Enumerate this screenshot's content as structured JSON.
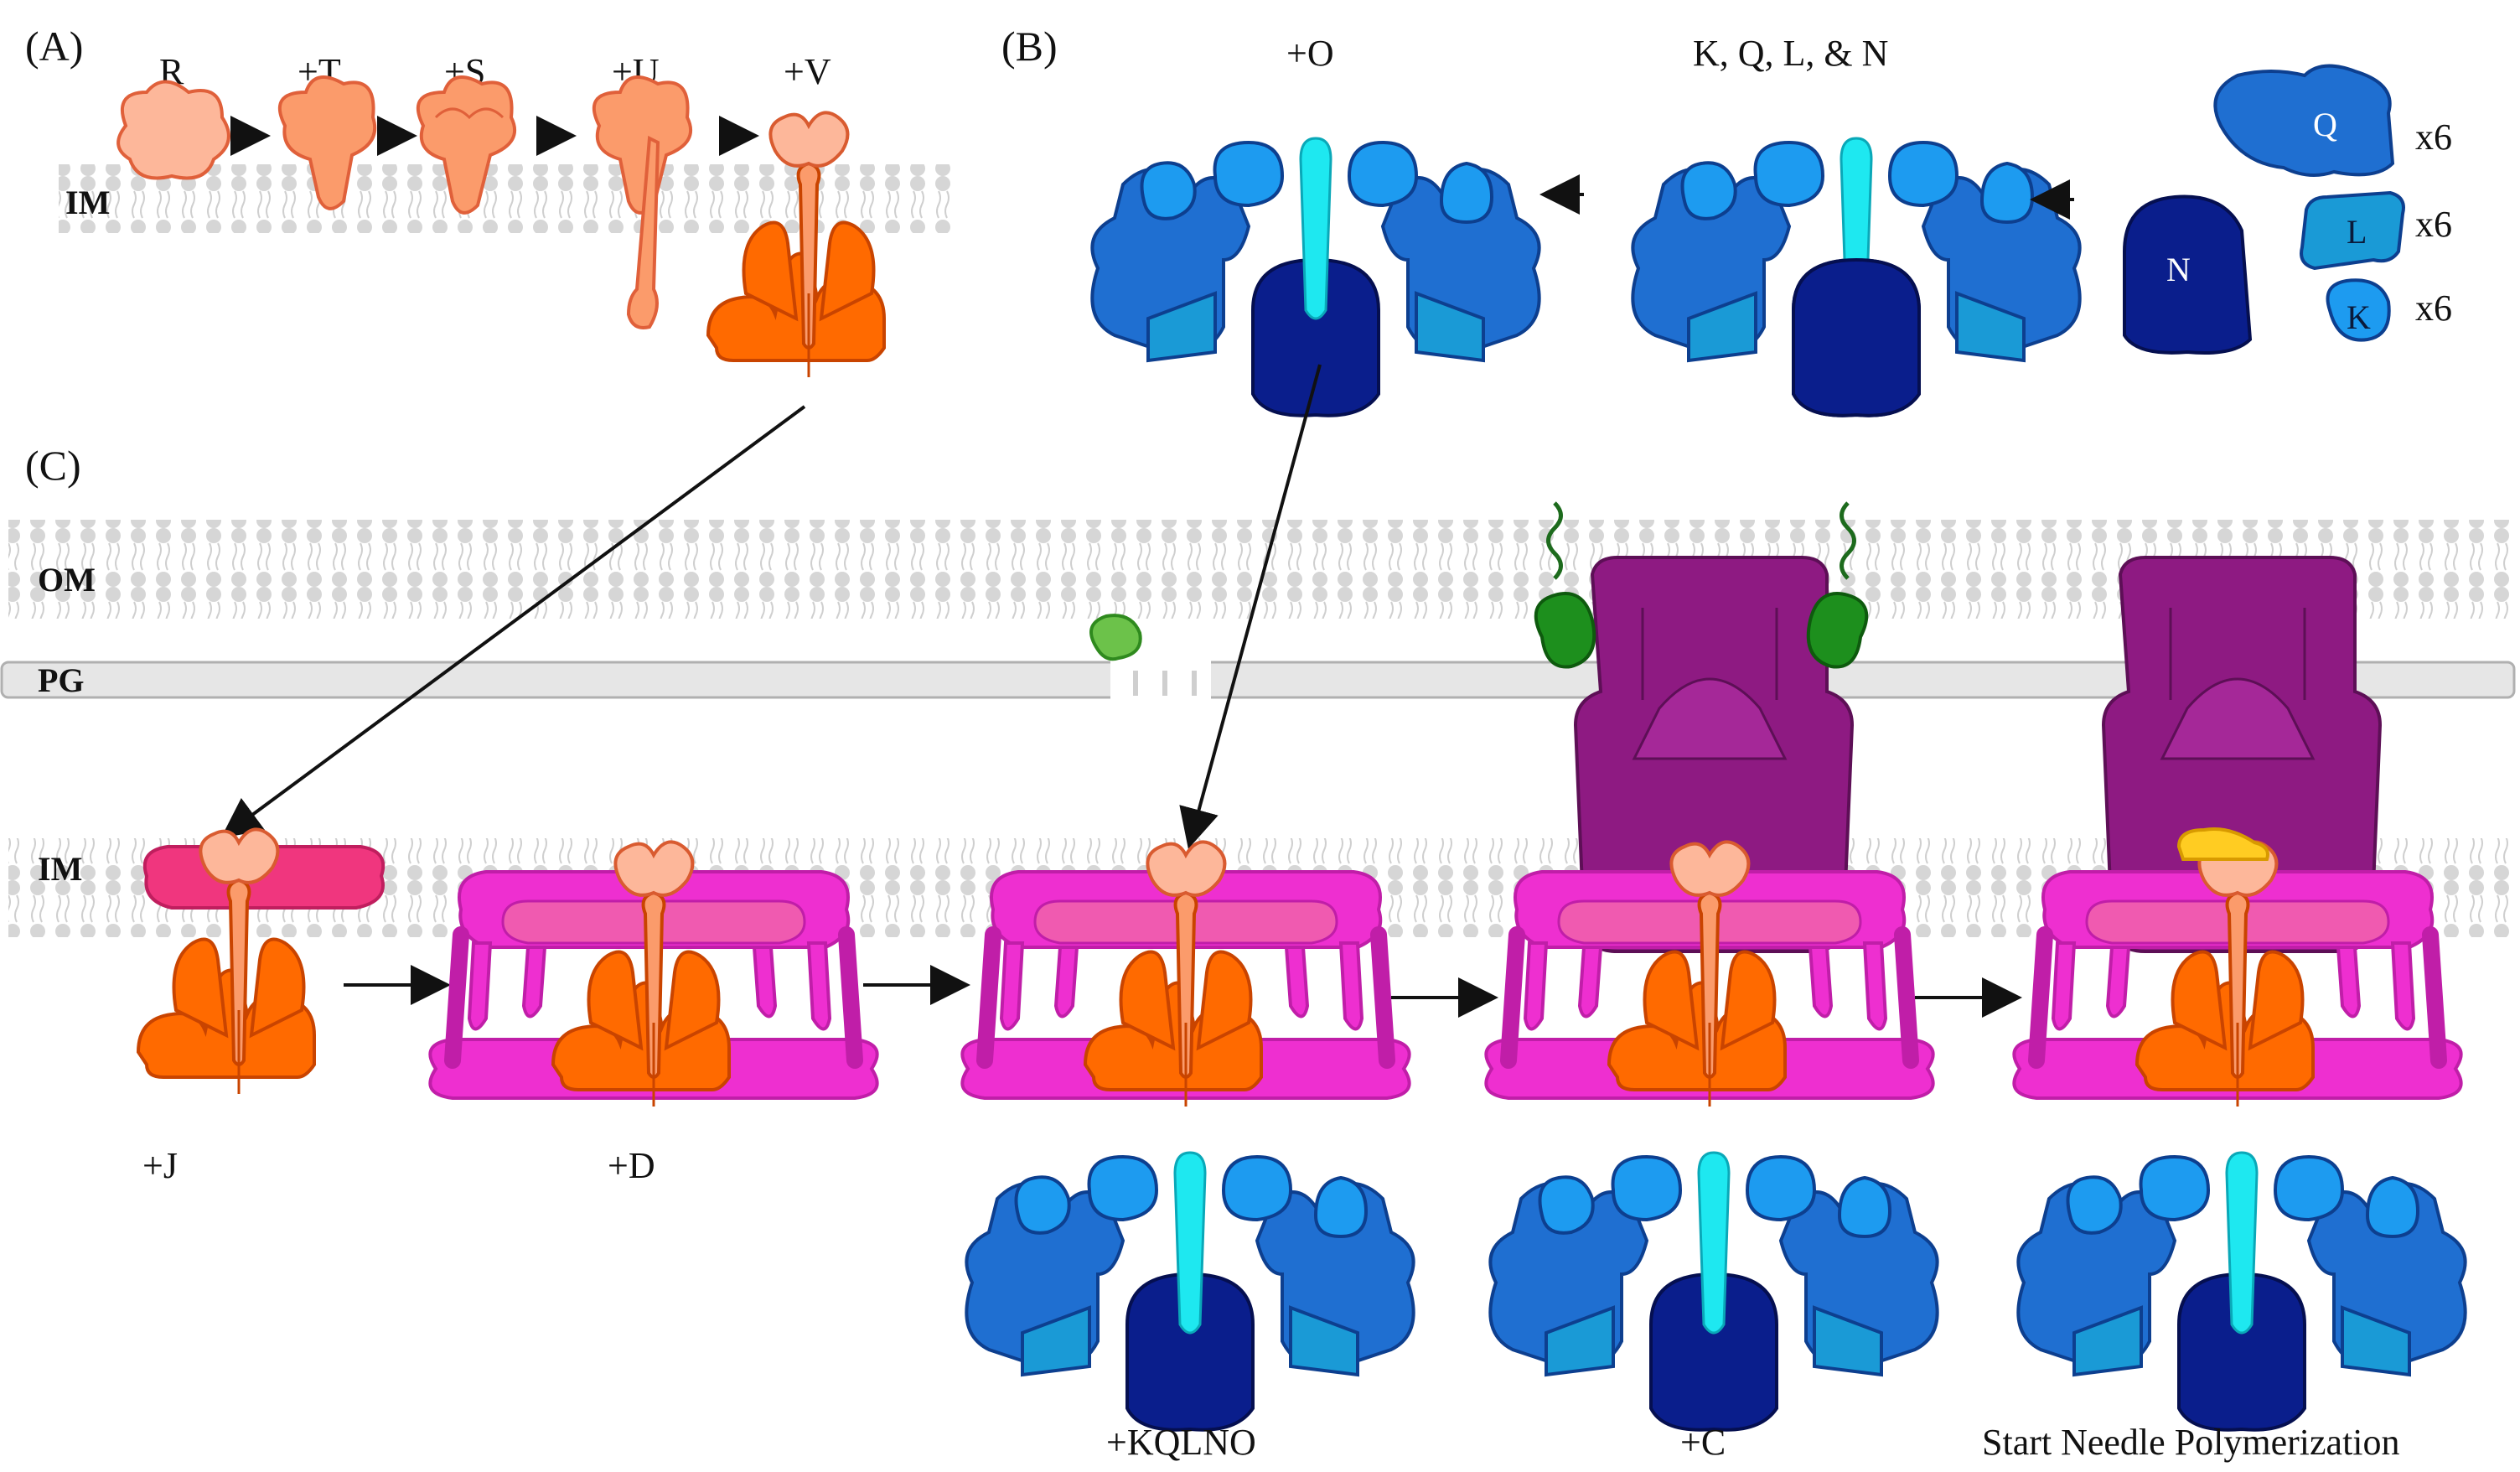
{
  "panels": {
    "a": "(A)",
    "b": "(B)",
    "c": "(C)"
  },
  "panel_a": {
    "steps": [
      "R",
      "+T",
      "+S",
      "+U",
      "+V"
    ],
    "membrane": "IM"
  },
  "panel_b": {
    "assembled_label": "+O",
    "ring_label": "K, Q, L, & N",
    "components": [
      {
        "name": "Q",
        "count": "x6"
      },
      {
        "name": "L",
        "count": "x6"
      },
      {
        "name": "K",
        "count": "x6"
      },
      {
        "name": "N"
      }
    ]
  },
  "panel_c": {
    "membranes": {
      "om": "OM",
      "pg": "PG",
      "im": "IM"
    },
    "steps": [
      "+J",
      "+D",
      "+KQLNO",
      "+C",
      "Start Needle Polymerization"
    ]
  },
  "colors": {
    "export_apparatus": "#ff6a00",
    "export_light": "#fb9b6b",
    "inner_ring": "#ee2fd0",
    "inner_ring_dark": "#c01ea8",
    "secretin": "#8e1a82",
    "sorting_platform": "#1f6fd1",
    "sorting_light": "#1d9bf0",
    "sorting_dark": "#0a1e8c",
    "needle_tip": "#1ee8f0",
    "pilotin": "#1d8f1d",
    "lytic": "#6cc24a",
    "ruler": "#ffcc22"
  }
}
